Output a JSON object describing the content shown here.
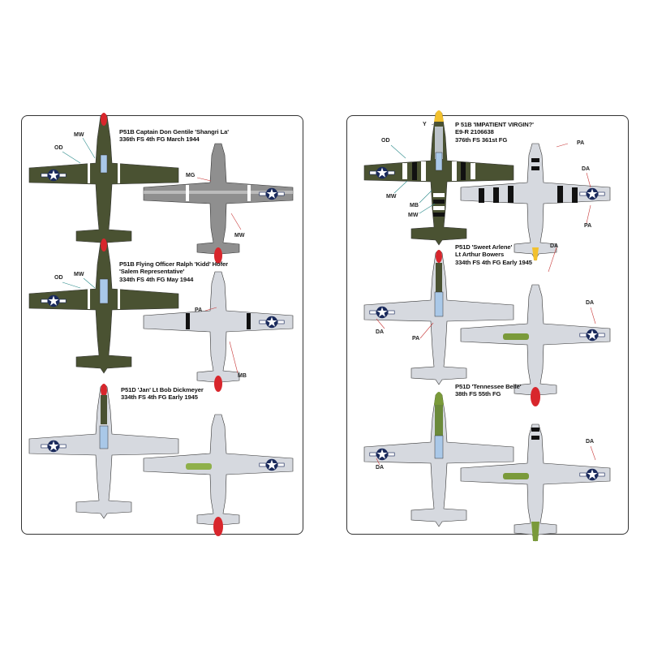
{
  "colors": {
    "OD": "#4a5232",
    "MG": "#8f8f8f",
    "AL": "#d6d9df",
    "red": "#d8262c",
    "yellow": "#f2c12e",
    "green": "#7a9a3a",
    "canopy": "#a9c8e8",
    "black": "#111111",
    "white": "#ffffff"
  },
  "left_sheet": {
    "profile1": {
      "caption": "P51B Captain Don Gentile 'Shangri La'\n336th FS 4th FG March 1944",
      "codes": {
        "od": "OD",
        "mw": "MW",
        "mg": "MG",
        "mw2": "MW"
      }
    },
    "profile2": {
      "caption": "P51B Flying Officer Ralph 'Kidd' Hofer\n'Salem Representative'\n334th FS 4th FG May 1944",
      "codes": {
        "od": "OD",
        "mw": "MW",
        "pa": "PA",
        "mb": "MB"
      }
    },
    "profile3": {
      "caption": "P51D 'Jan' Lt Bob Dickmeyer\n334th FS 4th FG Early 1945"
    }
  },
  "right_sheet": {
    "profile1": {
      "caption": "P 51B 'IMPATIENT VIRGIN?'\nE9-R 2106638\n376th FS 361st FG",
      "codes": {
        "y": "Y",
        "od": "OD",
        "mw": "MW",
        "mb": "MB",
        "mw2": "MW",
        "pa": "PA",
        "da": "DA",
        "pa2": "PA"
      }
    },
    "profile2": {
      "caption": "P51D 'Sweet Arlene'\nLt Arthur Bowers\n334th FS 4th FG Early 1945",
      "codes": {
        "da": "DA",
        "pa": "PA",
        "da2": "DA",
        "da3": "DA"
      }
    },
    "profile3": {
      "caption": "P51D 'Tennessee Belle'\n38th FS 55th FG",
      "codes": {
        "da": "DA",
        "da2": "DA"
      }
    }
  }
}
